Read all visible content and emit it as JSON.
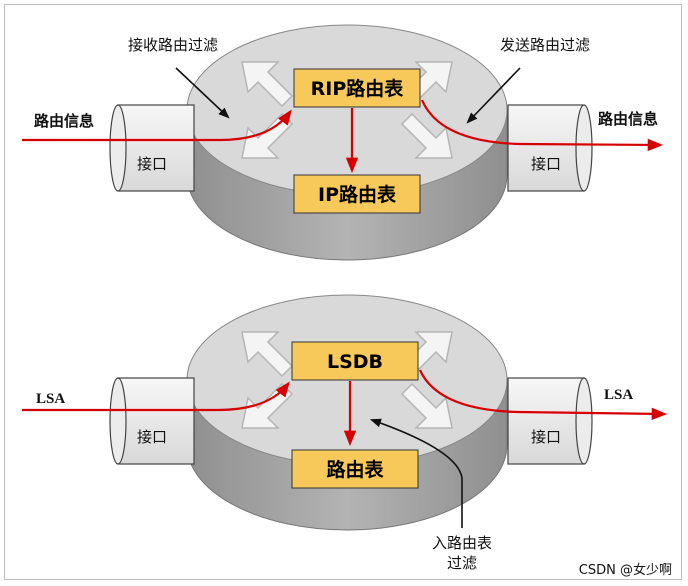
{
  "colors": {
    "route_line": "#d60000",
    "table_fill": "#f7c85a",
    "router_top": "#d9d9d9",
    "router_side": "#a9a9a9",
    "interface_fill": "#eeeeee"
  },
  "top_diagram": {
    "recv_filter_label": "接收路由过滤",
    "send_filter_label": "发送路由过滤",
    "left_in_label": "路由信息",
    "right_out_label": "路由信息",
    "left_interface": "接口",
    "right_interface": "接口",
    "upper_table": "RIP路由表",
    "lower_table": "IP路由表"
  },
  "bottom_diagram": {
    "left_in_label": "LSA",
    "right_out_label": "LSA",
    "left_interface": "接口",
    "right_interface": "接口",
    "upper_table": "LSDB",
    "lower_table": "路由表",
    "import_filter_line1": "入路由表",
    "import_filter_line2": "过滤"
  },
  "watermark": "CSDN @女少啊",
  "icons": [
    "router-symbol-icon"
  ]
}
